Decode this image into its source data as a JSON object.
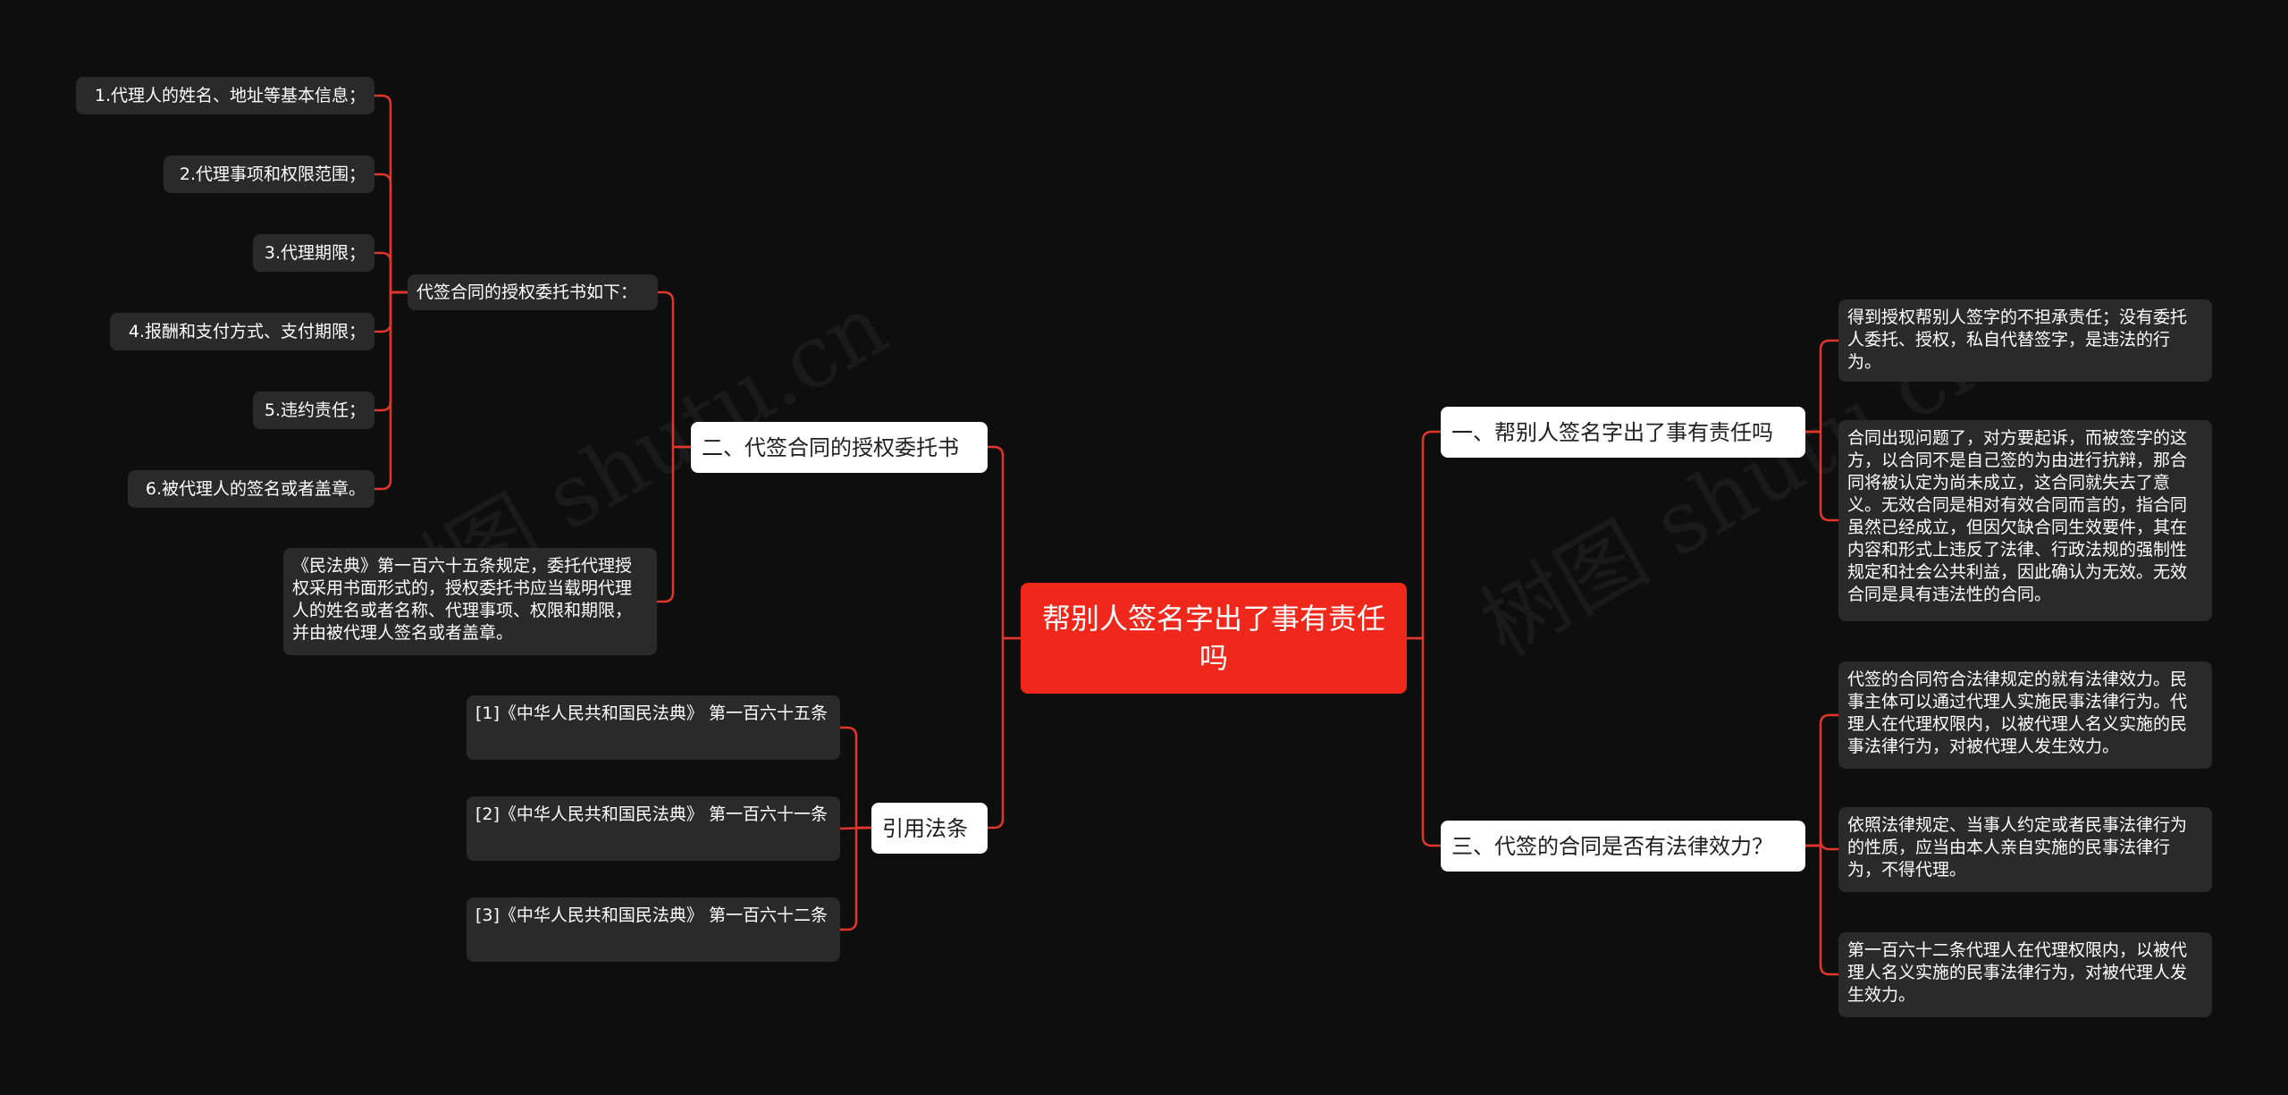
{
  "colors": {
    "background": "#0e0e0e",
    "root": "#f0281c",
    "connector": "#e0362b",
    "branch_bg": "#ffffff",
    "leaf_bg": "#2a2a2a"
  },
  "root": {
    "text": "帮别人签名字出了事有责任吗"
  },
  "branches": {
    "b1": {
      "label": "一、帮别人签名字出了事有责任吗",
      "items": [
        "得到授权帮别人签字的不担承责任；没有委托人委托、授权，私自代替签字，是违法的行为。",
        "合同出现问题了，对方要起诉，而被签字的这方，以合同不是自己签的为由进行抗辩，那合同将被认定为尚未成立，这合同就失去了意义。无效合同是相对有效合同而言的，指合同虽然已经成立，但因欠缺合同生效要件，其在内容和形式上违反了法律、行政法规的强制性规定和社会公共利益，因此确认为无效。无效合同是具有违法性的合同。"
      ]
    },
    "b2": {
      "label": "二、代签合同的授权委托书",
      "sub": {
        "label": "代签合同的授权委托书如下：",
        "items": [
          "1.代理人的姓名、地址等基本信息；",
          "2.代理事项和权限范围；",
          "3.代理期限；",
          "4.报酬和支付方式、支付期限；",
          "5.违约责任；",
          "6.被代理人的签名或者盖章。"
        ]
      },
      "note": "《民法典》第一百六十五条规定，委托代理授权采用书面形式的，授权委托书应当载明代理人的姓名或者名称、代理事项、权限和期限，并由被代理人签名或者盖章。"
    },
    "b3": {
      "label": "三、代签的合同是否有法律效力？",
      "items": [
        "代签的合同符合法律规定的就有法律效力。民事主体可以通过代理人实施民事法律行为。代理人在代理权限内，以被代理人名义实施的民事法律行为，对被代理人发生效力。",
        "依照法律规定、当事人约定或者民事法律行为的性质，应当由本人亲自实施的民事法律行为，不得代理。",
        "第一百六十二条代理人在代理权限内，以被代理人名义实施的民事法律行为，对被代理人发生效力。"
      ]
    },
    "b4": {
      "label": "引用法条",
      "items": [
        "[1]《中华人民共和国民法典》 第一百六十五条",
        "[2]《中华人民共和国民法典》 第一百六十一条",
        "[3]《中华人民共和国民法典》 第一百六十二条"
      ]
    }
  },
  "watermark": [
    "树图 shutu.cn",
    "树图 shutu.cn"
  ]
}
